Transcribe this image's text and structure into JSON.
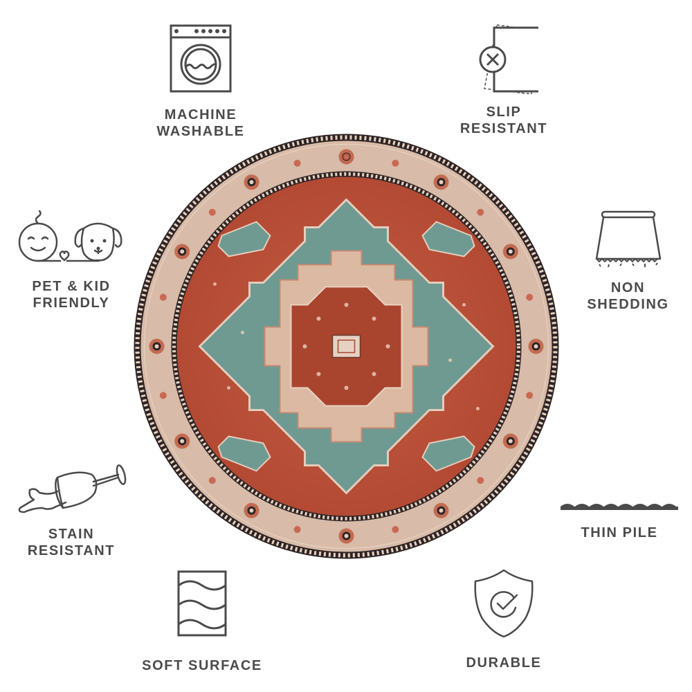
{
  "product": {
    "type": "round area rug",
    "colors": {
      "field": "#b9503a",
      "medallion_teal": "#6d9a93",
      "border_beige": "#d6b6a2",
      "outline_dark": "#2e2424",
      "center_red": "#a9452f",
      "text": "#4a4a4a"
    }
  },
  "features": [
    {
      "id": "machine-washable",
      "line1": "MACHINE",
      "line2": "WASHABLE",
      "icon": "washing-machine-icon"
    },
    {
      "id": "slip-resistant",
      "line1": "SLIP",
      "line2": "RESISTANT",
      "icon": "non-slip-mat-icon"
    },
    {
      "id": "pet-kid-friendly",
      "line1": "PET & KID",
      "line2": "FRIENDLY",
      "icon": "baby-and-dog-icon"
    },
    {
      "id": "non-shedding",
      "line1": "NON",
      "line2": "SHEDDING",
      "icon": "rug-fringe-icon"
    },
    {
      "id": "stain-resistant",
      "line1": "STAIN",
      "line2": "RESISTANT",
      "icon": "spilled-wine-glass-icon"
    },
    {
      "id": "thin-pile",
      "line1": "THIN PILE",
      "line2": "",
      "icon": "pile-scallop-icon"
    },
    {
      "id": "soft-surface",
      "line1": "SOFT SURFACE",
      "line2": "",
      "icon": "wavy-surface-icon"
    },
    {
      "id": "durable",
      "line1": "DURABLE",
      "line2": "",
      "icon": "shield-check-icon"
    }
  ]
}
